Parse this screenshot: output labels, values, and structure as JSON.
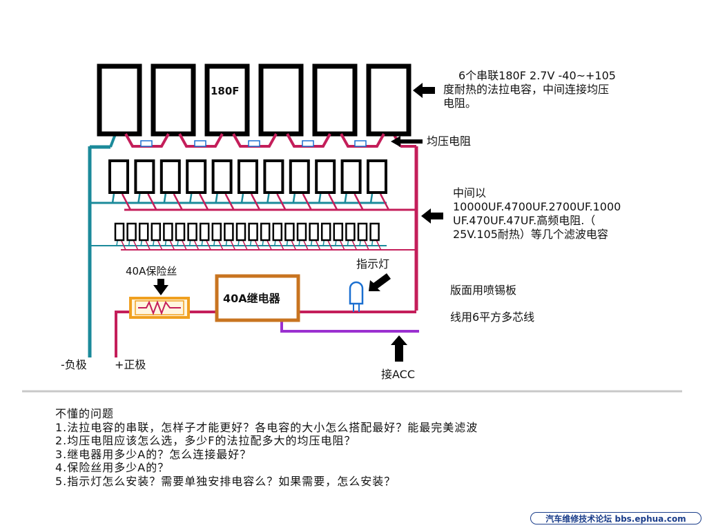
{
  "labels": {
    "cap_180f": "180F",
    "supercap_desc": [
      "6个串联180F 2.7V -40~+105",
      "度耐热的法拉电容，中间连接均压",
      "电阻。"
    ],
    "balance_resistor": "均压电阻",
    "filter_desc": [
      "中间以",
      "10000UF.4700UF.2700UF.1000",
      "UF.470UF.47UF.高频电阻.（",
      "25V.105耐热）等几个滤波电容"
    ],
    "fuse": "40A保险丝",
    "relay": "40A继电器",
    "indicator": "指示灯",
    "board": "版面用喷锡板",
    "wire": "线用6平方多芯线",
    "negative": "-负极",
    "positive": "+正极",
    "acc": "接ACC"
  },
  "questions": {
    "title": "不懂的问题",
    "items": [
      "1.法拉电容的串联，怎样子才能更好？各电容的大小怎么搭配最好？能最完美滤波",
      "2.均压电阻应该怎么选，多少F的法拉配多大的均压电阻？",
      "3.继电器用多少A的？怎么连接最好？",
      "4.保险丝用多少A的？",
      "5.指示灯怎么安装？需要单独安排电容么？如果需要，怎么安装？"
    ]
  },
  "watermark": "汽车维修技术论坛 bbs.ephua.com",
  "colors": {
    "teal": "#1b8a9a",
    "crimson": "#c41e5a",
    "purple": "#9b30d0",
    "relay_border": "#c87420",
    "fuse": "#f0a020",
    "rule": "#c8c8c8"
  }
}
